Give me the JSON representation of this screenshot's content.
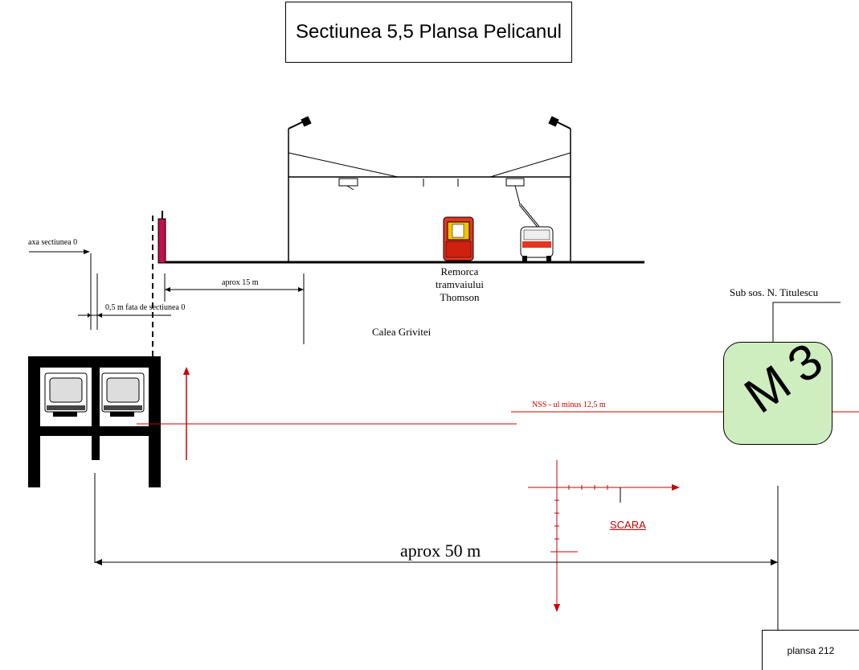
{
  "title": "Sectiunea 5,5  Plansa Pelicanul",
  "labels": {
    "axa": "axa sectiunea 0",
    "offset": "0,5 m fata de sectiunea 0",
    "aprox15": "aprox  15 m",
    "remorca_line1": "Remorca",
    "remorca_line2": "tramvaiului",
    "remorca_line3": "Thomson",
    "street": "Calea  Grivitei",
    "sub": "Sub sos.  N.  Titulescu",
    "nss": "NSS  - ul minus 12,5 m",
    "scara": "SCARA",
    "aprox50": "aprox 50 m",
    "plansa": "plansa  212"
  },
  "metro_sign": "M3",
  "colors": {
    "red": "#cc0000",
    "pole": "#c0104a",
    "metro_green": "#cfeec0",
    "tram_red": "#e53520",
    "tram_yellow": "#f2c400"
  },
  "icons": [
    "street-lamp-icon",
    "tram-car-icon",
    "trolleybus-icon",
    "metro-car-icon"
  ]
}
